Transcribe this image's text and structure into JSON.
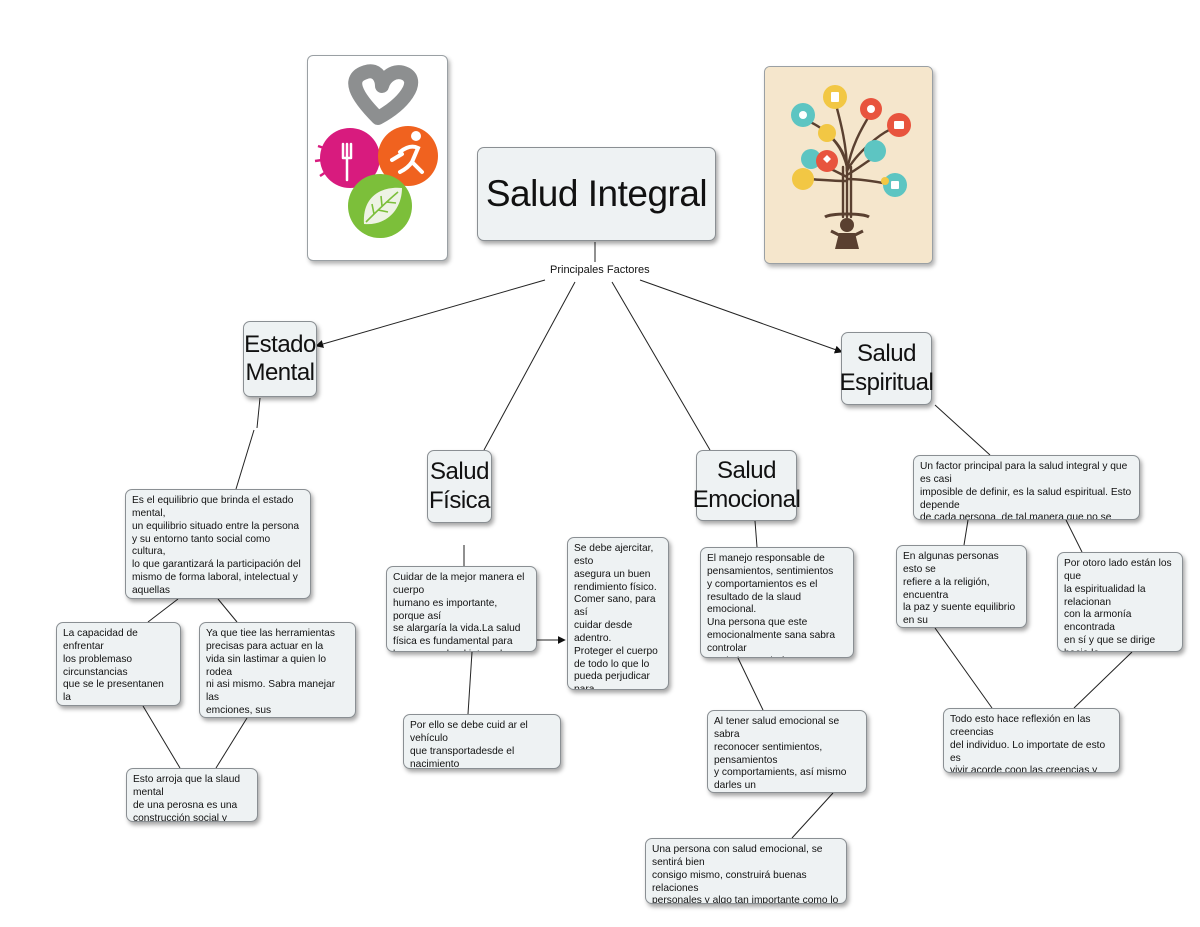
{
  "main": {
    "title": "Salud Integral",
    "factors_label": "Principales Factores"
  },
  "branches": {
    "mental": {
      "title": "Estado\nMental",
      "description": "Es el equilibrio que brinda el estado mental,\nun equilibrio situado entre la persona\ny su entorno tanto social como cultura,\nlo que garantizará la participación del\nmismo de forma laboral, intelectual y aquellas\nrelaciones necesarias para lograr el bienestar\ny calidad d evida.",
      "left_detail": "La capacidad de enfrentar\nlos problemaso circunstancias\nque se le presentanen la\nvida a un individuo,\ndepende de su salud mental.",
      "right_detail": "Ya que tiee las herramientas\nprecisas para actuar en la\nvida sin lastimar a quien lo rodea\nni asi mismo. Sabra manejar las\nemciones, sus responsabilidades\ny sobre todo atender sus necesidades.",
      "conclusion": "Esto arroja que la slaud mental\nde una perosna es una\nconstrucción social y cultural."
    },
    "physical": {
      "title": "Salud\nFísica",
      "description": "Cuidar de la mejor manera el cuerpo\nhumano es importante, porque así\nse alargaría la vida.La salud\nfísica es fundamental para\nlograr una slaud integral completa.",
      "exercise": "Se debe ajercitar, esto\nasegura un buen\nrendimiento físico.\nComer sano, para así\ncuidar desde adentro.\nProteger el cuerpo\nde todo lo que lo\npueda perjudicar para\nasí alcanzar una calidad\nde vida.",
      "vehicle": "Por ello se debe cuid ar el vehículo\nque transportadesde el nacimiento\nhasta el final de la vidaal ser humano."
    },
    "emotional": {
      "title": "Salud\nEmocional",
      "description": "El manejo responsable de\npensamientos, sentimientos\ny comportamientos es el\nresultado de la slaud emocional.\nUna persona que este\nemocionalmente sana sabra controlar\nsentimientos de forma asertiva.",
      "detail": "Al tener salud emocional se sabra\nreconocer sentimientos, pensamientos\ny comportamients, así mismo darles un\nnombre, aceptarlos y sacarle el mayor\nprovecho que generan.",
      "conclusion": "Una persona con salud emocional, se sentirá bien\nconsigo mismo, construirá buenas relaciones\npersonales y algo tan importante como lo es saber\nenfrentar el estrés de la vida diaria."
    },
    "spiritual": {
      "title": "Salud\nEspiritual",
      "description": "Un factor principal para la salud integral y que es casi\nimposible de definir, es la salud espiritual. Esto depende\nde cada persona, de tal manera que no se sujeta a un\nmodelo a seguir para lograrlo.",
      "religion": "En algunas personas esto se\nrefiere a la religión, encuentra\nla paz y suente equilibrio en su\nreligión, así consiguen aquellos\nla slaud espieitual.",
      "nature": "Por otoro lado están los que\nla espiritualidad la relacionan\ncon la armonía encontrada\nen sí y que se dirige hacia la\nnaturaleza o creencia de una\nenergía universal.",
      "conclusion": "Todo esto hace reflexión en las creencias\ndel individuo. Lo importate de esto es\nvivir acorde coon las creencias y\nconvicciones personales"
    }
  },
  "images": {
    "left_icon": "wellness-logo-icon",
    "right_icon": "health-tree-icon"
  },
  "colors": {
    "node_fill": "#eef2f3",
    "node_border": "#8a8f93",
    "magenta": "#d81b7e",
    "orange": "#f0621f",
    "green": "#7cbf3a",
    "gray": "#8d8f90",
    "tree_bg": "#f5e6cc"
  }
}
